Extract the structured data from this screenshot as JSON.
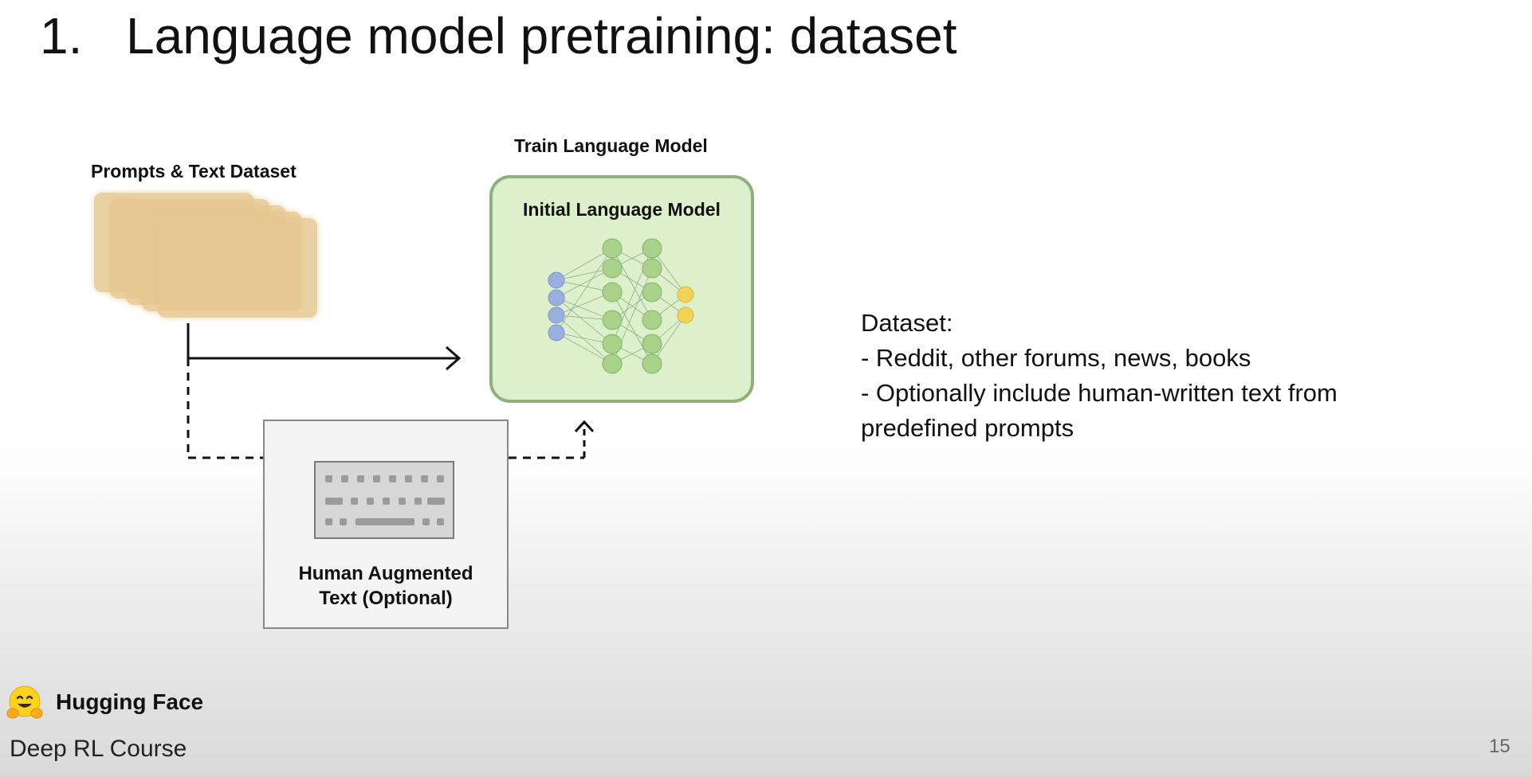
{
  "slide": {
    "number": "1.",
    "title": "Language model pretraining: dataset",
    "page": "15"
  },
  "diagram": {
    "dataset_label": "Prompts & Text Dataset",
    "train_label": "Train Language Model",
    "model_title": "Initial Language Model",
    "human_label_line1": "Human Augmented",
    "human_label_line2": "Text (Optional)"
  },
  "notes": {
    "heading": "Dataset:",
    "line1": "- Reddit, other forums, news, books",
    "line2": "- Optionally include human-written text from",
    "line3": "predefined prompts"
  },
  "footer": {
    "brand": "Hugging Face",
    "course": "Deep RL Course",
    "logo_icon": "hugging-face-emoji-icon"
  },
  "colors": {
    "document": "#e6c78f",
    "model_fill": "#dcf0cc",
    "model_border": "#8fb07c",
    "input_neuron": "#9aaee0",
    "hidden_neuron": "#a8d18a",
    "output_neuron": "#f2d35a",
    "hf_yellow": "#ffd21e"
  }
}
